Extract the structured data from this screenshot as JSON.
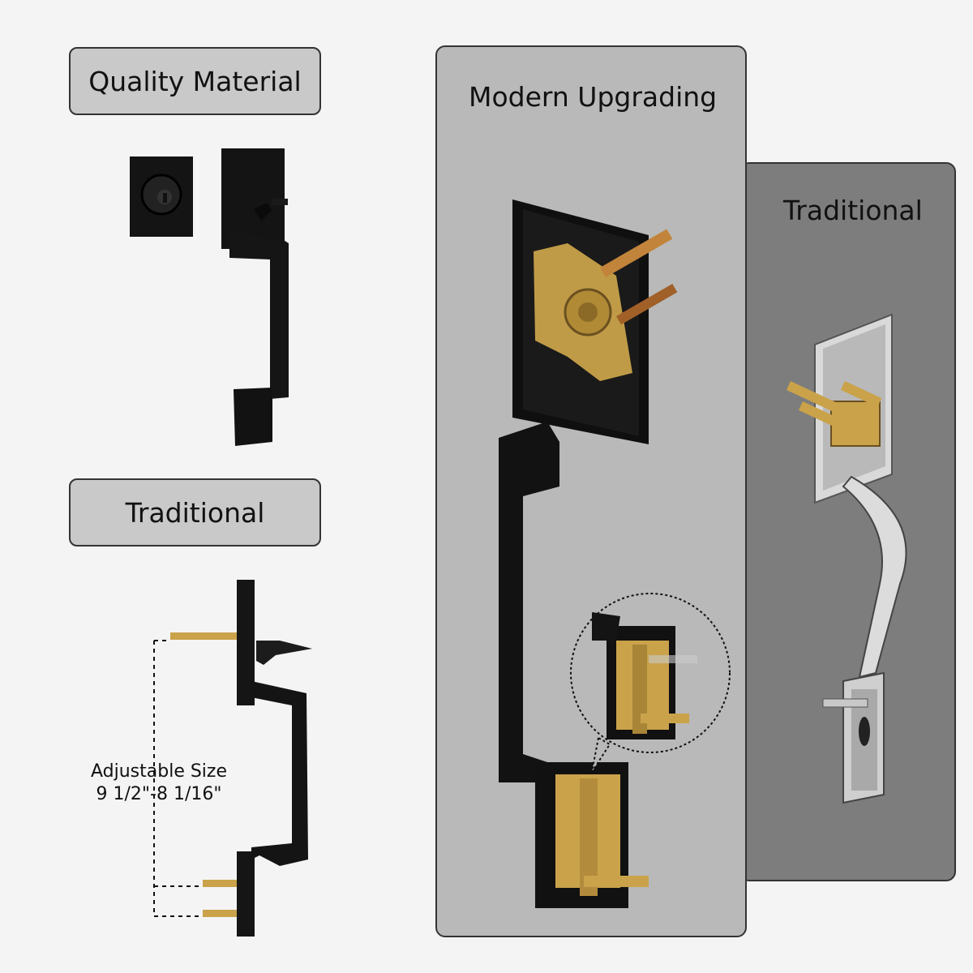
{
  "labels": {
    "quality": "Quality Material",
    "traditional_left": "Traditional",
    "modern": "Modern Upgrading",
    "traditional_right": "Traditional"
  },
  "dimension": {
    "line1": "Adjustable Size",
    "line2": "9 1/2\"-8 1/16\""
  },
  "colors": {
    "background": "#f4f4f4",
    "label_fill": "#c9c9c9",
    "modern_panel": "#b9b9b9",
    "traditional_panel": "#7d7d7d",
    "hardware_black": "#141414",
    "brass": "#c9a24a"
  }
}
